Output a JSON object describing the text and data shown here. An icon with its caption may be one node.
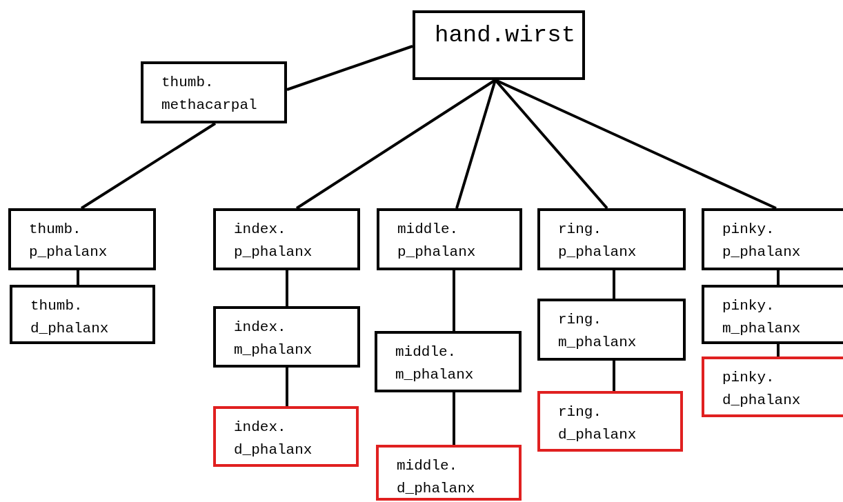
{
  "diagram": {
    "nodes": [
      {
        "text": [
          "hand.wirst"
        ]
      },
      {
        "text": [
          "thumb. methacarpal"
        ]
      },
      {
        "text": [
          "thumb. p_phalanx"
        ]
      },
      {
        "text": [
          "thumb. d_phalanx"
        ]
      },
      {
        "text": [
          "index. p_phalanx"
        ]
      },
      {
        "text": [
          "index. m_phalanx"
        ]
      },
      {
        "text": [
          "index. d_phalanx"
        ]
      },
      {
        "text": [
          "middle. p_phalanx"
        ]
      },
      {
        "text": [
          "middle. m_phalanx"
        ]
      },
      {
        "text": [
          "middle. d_phalanx"
        ]
      },
      {
        "text": [
          "ring. p_phalanx"
        ]
      },
      {
        "text": [
          "ring. m_phalanx"
        ]
      },
      {
        "text": [
          "ring. d_phalanx"
        ]
      },
      {
        "text": [
          "pinky. p_phalanx"
        ]
      },
      {
        "text": [
          "pinky. m_phalanx"
        ]
      },
      {
        "text": [
          "pinky. d_phalanx"
        ]
      }
    ],
    "edges": [
      {
        "from": 0,
        "to": 1,
        "arrow": "none"
      },
      {
        "from": 1,
        "to": 2,
        "arrow": "none"
      },
      {
        "from": 2,
        "to": 3,
        "arrow": "none"
      },
      {
        "from": 0,
        "to": 4,
        "arrow": "none"
      },
      {
        "from": 4,
        "to": 5,
        "arrow": "none"
      },
      {
        "from": 5,
        "to": 6,
        "arrow": "none"
      },
      {
        "from": 0,
        "to": 7,
        "arrow": "none"
      },
      {
        "from": 7,
        "to": 8,
        "arrow": "none"
      },
      {
        "from": 8,
        "to": 9,
        "arrow": "none"
      },
      {
        "from": 0,
        "to": 10,
        "arrow": "none"
      },
      {
        "from": 10,
        "to": 11,
        "arrow": "none"
      },
      {
        "from": 11,
        "to": 12,
        "arrow": "none"
      },
      {
        "from": 0,
        "to": 13,
        "arrow": "none"
      },
      {
        "from": 13,
        "to": 14,
        "arrow": "none"
      },
      {
        "from": 14,
        "to": 15,
        "arrow": "none"
      }
    ]
  }
}
